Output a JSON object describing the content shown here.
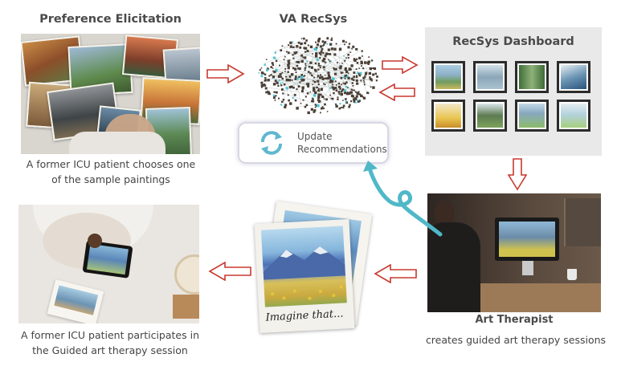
{
  "titles": {
    "preference": "Preference Elicitation",
    "recsys": "VA RecSys",
    "dashboard": "RecSys Dashboard",
    "therapist": "Art Therapist"
  },
  "update_box": {
    "line1": "Update",
    "line2": "Recommendations",
    "icon": "refresh-icon"
  },
  "captions": {
    "preference_1": "A former ICU patient chooses one",
    "preference_2": "of the sample paintings",
    "therapist": "creates guided art therapy sessions",
    "patient_1": "A former ICU patient participates in",
    "patient_2": "the Guided art therapy session"
  },
  "polaroid_text": "Imagine that...",
  "colors": {
    "arrow_red": "#c8392e",
    "loop_teal": "#4fb8c8",
    "node_teal": "#4fc3d3",
    "node_dark": "#4a3f36"
  }
}
